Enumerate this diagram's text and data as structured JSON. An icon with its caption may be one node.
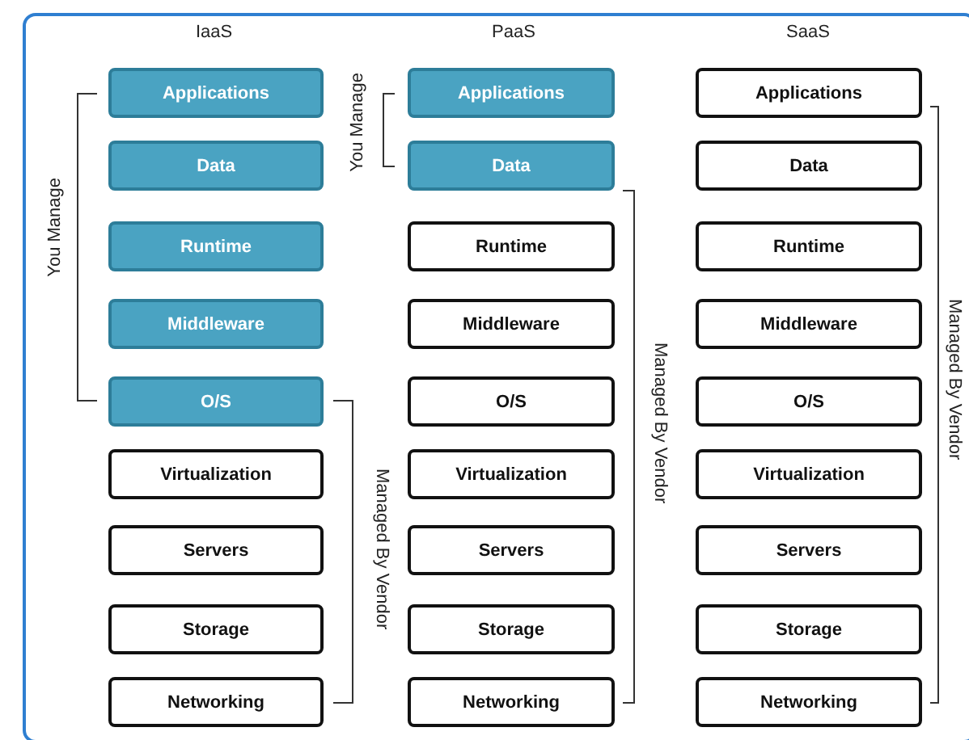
{
  "diagram": {
    "nodes": [
      {
        "text": [
          "Applications"
        ]
      },
      {
        "text": [
          "Data"
        ]
      },
      {
        "text": [
          "Runtime"
        ]
      },
      {
        "text": [
          "Middleware"
        ]
      },
      {
        "text": [
          "O/S"
        ]
      },
      {
        "text": [
          "Virtualization"
        ]
      },
      {
        "text": [
          "Servers"
        ]
      },
      {
        "text": [
          "Storage"
        ]
      },
      {
        "text": [
          "Networking"
        ]
      },
      {
        "text": [
          "Applications"
        ]
      },
      {
        "text": [
          "Data"
        ]
      },
      {
        "text": [
          "Runtime"
        ]
      },
      {
        "text": [
          "Middleware"
        ]
      },
      {
        "text": [
          "O/S"
        ]
      },
      {
        "text": [
          "Virtualization"
        ]
      },
      {
        "text": [
          "Servers"
        ]
      },
      {
        "text": [
          "Storage"
        ]
      },
      {
        "text": [
          "Networking"
        ]
      },
      {
        "text": [
          "Applications"
        ]
      },
      {
        "text": [
          "Data"
        ]
      },
      {
        "text": [
          "Runtime"
        ]
      },
      {
        "text": [
          "Middleware"
        ]
      },
      {
        "text": [
          "O/S"
        ]
      },
      {
        "text": [
          "Virtualization"
        ]
      },
      {
        "text": [
          "Servers"
        ]
      },
      {
        "text": [
          "Storage"
        ]
      },
      {
        "text": [
          "Networking"
        ]
      }
    ],
    "labels": [
      "IaaS",
      "PaaS",
      "SaaS",
      "You Manage",
      "You Manage",
      "Managed By Vendor",
      "Managed By Vendor",
      "Managed By Vendor"
    ]
  }
}
